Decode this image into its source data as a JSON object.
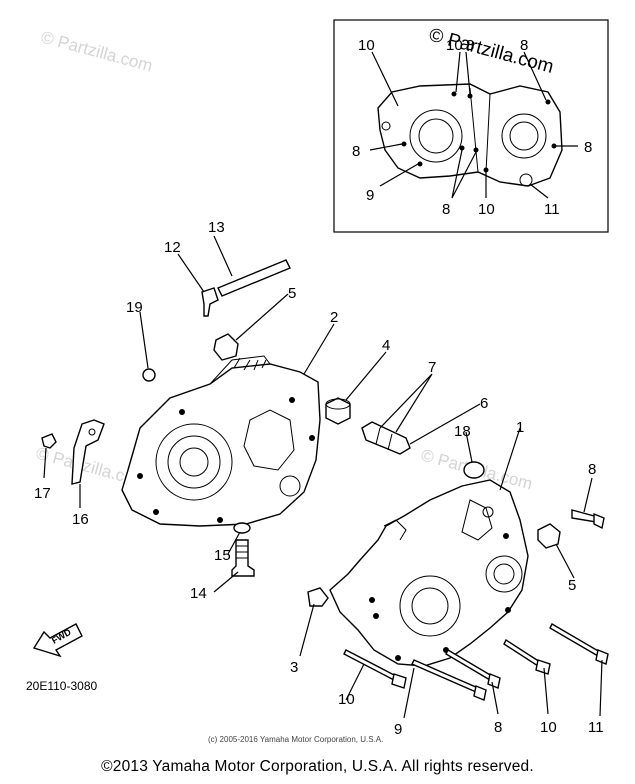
{
  "watermark": "© Partzilla.com",
  "inset_watermark": "© Partzilla.com",
  "part_number": "20E110-3080",
  "small_copyright": "(c) 2005-2016 Yamaha Motor Corporation, U.S.A.",
  "footer": "©2013 Yamaha Motor Corporation, U.S.A. All rights reserved.",
  "fwd_label": "FWD",
  "callouts": {
    "c1": "1",
    "c2": "2",
    "c3": "3",
    "c4": "4",
    "c5a": "5",
    "c5b": "5",
    "c6": "6",
    "c7": "7",
    "c8": "8",
    "c8b": "8",
    "c9": "9",
    "c10a": "10",
    "c10b": "10",
    "c11": "11",
    "c12": "12",
    "c13": "13",
    "c14": "14",
    "c15": "15",
    "c16": "16",
    "c17": "17",
    "c18": "18",
    "c19": "19"
  },
  "inset_callouts": {
    "i10a": "10",
    "i10b": "10",
    "i8a": "8",
    "i8b": "8",
    "i8c": "8",
    "i8d": "8",
    "i9": "9",
    "i8e": "8",
    "i10c": "10",
    "i11": "11"
  }
}
